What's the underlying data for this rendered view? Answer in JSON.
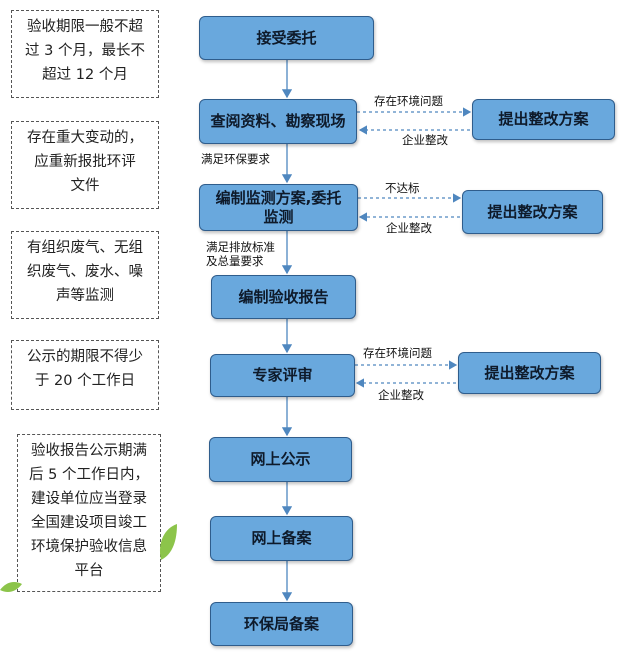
{
  "notes": [
    "验收期限一般不超\n过 3 个月，最长不\n超过 12 个月",
    "存在重大变动的，\n应重新报批环评\n文件",
    "有组织废气、无组\n织废气、废水、噪\n声等监测",
    "公示的期限不得少\n于 20 个工作日",
    "验收报告公示期满\n后 5 个工作日内，\n建设单位应当登录\n全国建设项目竣工\n环境保护验收信息\n平台"
  ],
  "steps": [
    "接受委托",
    "查阅资料、勘察现场",
    "编制监测方案,委托\n监测",
    "编制验收报告",
    "专家评审",
    "网上公示",
    "网上备案",
    "环保局备案"
  ],
  "side_boxes": [
    "提出整改方案",
    "提出整改方案",
    "提出整改方案"
  ],
  "labels": {
    "issue_1": "存在环境问题",
    "rectify_1": "企业整改",
    "meet_env": "满足环保要求",
    "not_meet": "不达标",
    "rectify_2": "企业整改",
    "meet_emission": "满足排放标准\n及总量要求",
    "issue_2": "存在环境问题",
    "rectify_3": "企业整改"
  },
  "colors": {
    "box_fill": "#69a8dd",
    "box_border": "#2f5d8c",
    "arrow": "#4f87bf",
    "leaf": "#8cc44a"
  }
}
